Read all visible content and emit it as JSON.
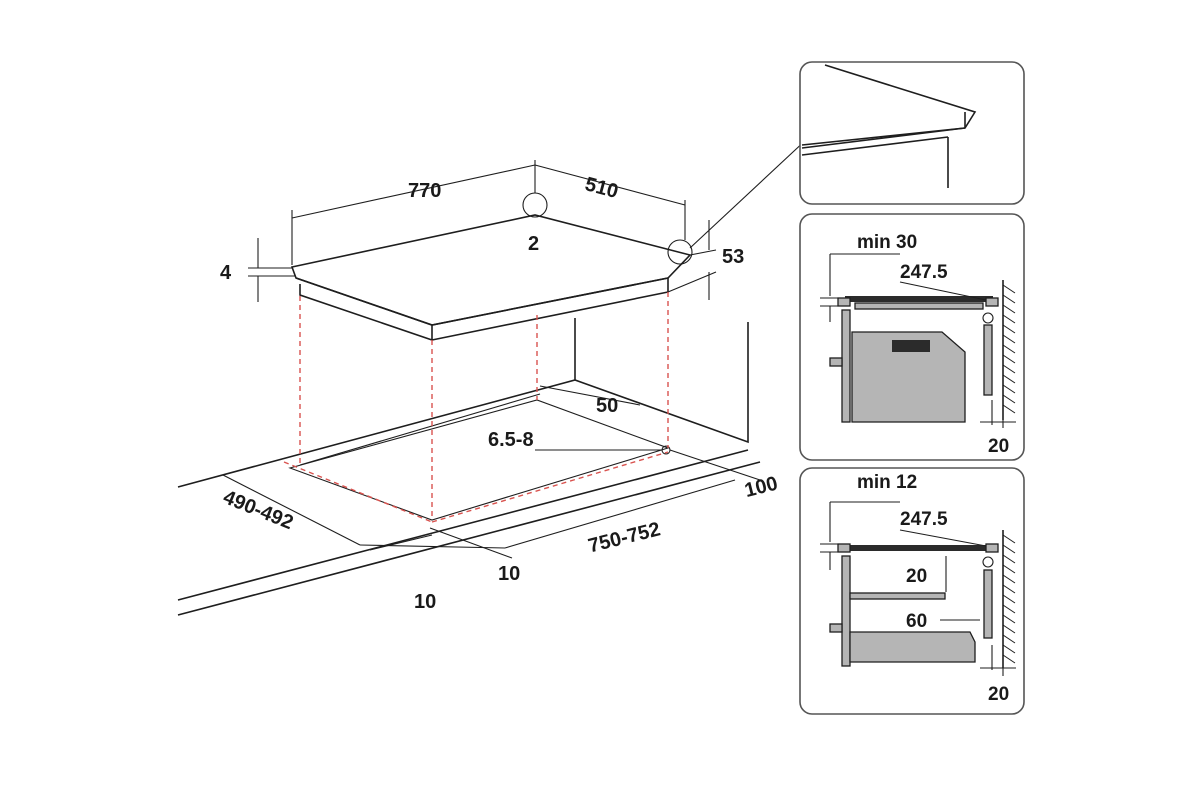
{
  "main_drawing": {
    "dimensions": {
      "width_top": "770",
      "depth_top": "510",
      "corner_radius": "2",
      "thickness": "4",
      "height": "53",
      "cutout_margin_back": "50",
      "corner_radius_cutout": "6.5-8",
      "distance_wall": "100",
      "cutout_depth": "490-492",
      "cutout_width": "750-752",
      "margin_front_a": "10",
      "margin_front_b": "10"
    }
  },
  "detail_top": {},
  "detail_mid": {
    "min_label": "min 30",
    "value_a": "247.5",
    "wall_gap": "20"
  },
  "detail_bottom": {
    "min_label": "min 12",
    "value_a": "247.5",
    "value_b": "20",
    "value_c": "60",
    "wall_gap": "20"
  },
  "colors": {
    "line": "#1e1e1e",
    "dashed_guide": "#d9534f",
    "panel_fill": "#b5b5b5",
    "frame": "#555555"
  }
}
